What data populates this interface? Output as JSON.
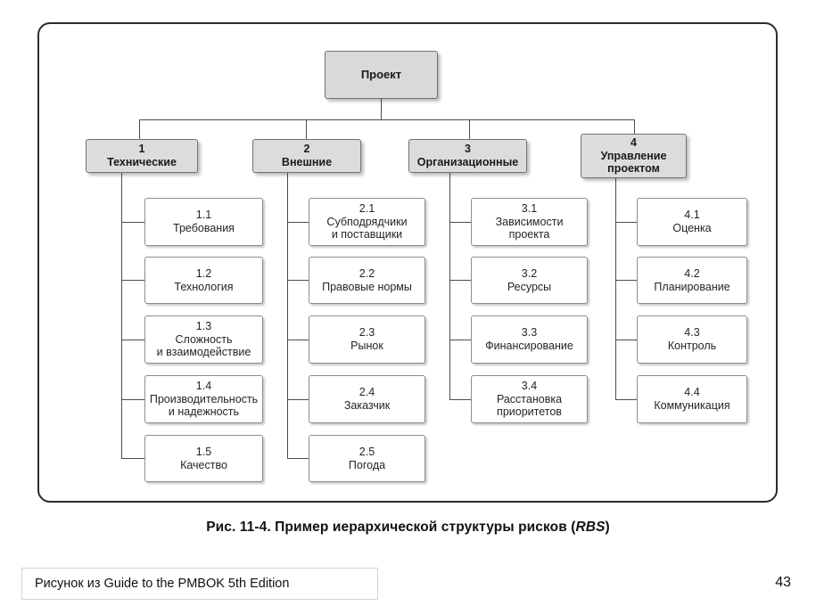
{
  "diagram": {
    "type": "tree",
    "root": {
      "id": "root",
      "number": "",
      "label": "Проект"
    },
    "categories": [
      {
        "id": "cat1",
        "number": "1",
        "label": "Технические",
        "children": [
          {
            "number": "1.1",
            "label": "Требования"
          },
          {
            "number": "1.2",
            "label": "Технология"
          },
          {
            "number": "1.3",
            "label": "Сложность\nи взаимодействие"
          },
          {
            "number": "1.4",
            "label": "Производительность\nи надежность"
          },
          {
            "number": "1.5",
            "label": "Качество"
          }
        ]
      },
      {
        "id": "cat2",
        "number": "2",
        "label": "Внешние",
        "children": [
          {
            "number": "2.1",
            "label": "Субподрядчики\nи поставщики"
          },
          {
            "number": "2.2",
            "label": "Правовые нормы"
          },
          {
            "number": "2.3",
            "label": "Рынок"
          },
          {
            "number": "2.4",
            "label": "Заказчик"
          },
          {
            "number": "2.5",
            "label": "Погода"
          }
        ]
      },
      {
        "id": "cat3",
        "number": "3",
        "label": "Организационные",
        "children": [
          {
            "number": "3.1",
            "label": "Зависимости\nпроекта"
          },
          {
            "number": "3.2",
            "label": "Ресурсы"
          },
          {
            "number": "3.3",
            "label": "Финансирование"
          },
          {
            "number": "3.4",
            "label": "Расстановка\nприоритетов"
          }
        ]
      },
      {
        "id": "cat4",
        "number": "4",
        "label": "Управление\nпроектом",
        "children": [
          {
            "number": "4.1",
            "label": "Оценка"
          },
          {
            "number": "4.2",
            "label": "Планирование"
          },
          {
            "number": "4.3",
            "label": "Контроль"
          },
          {
            "number": "4.4",
            "label": "Коммуникация"
          }
        ]
      }
    ]
  },
  "caption": {
    "prefix": "Рис. 11-4. Пример иерархической структуры рисков (",
    "italic": "RBS",
    "suffix": ")"
  },
  "footer": {
    "source_note": "Рисунок из Guide to the PMBOK 5th Edition",
    "page_number": "43"
  },
  "colors": {
    "frame_border": "#2b2b2b",
    "category_fill": "#dcdcdc",
    "root_fill": "#d9d9d9",
    "leaf_fill": "#ffffff",
    "line": "#4a4d50"
  }
}
